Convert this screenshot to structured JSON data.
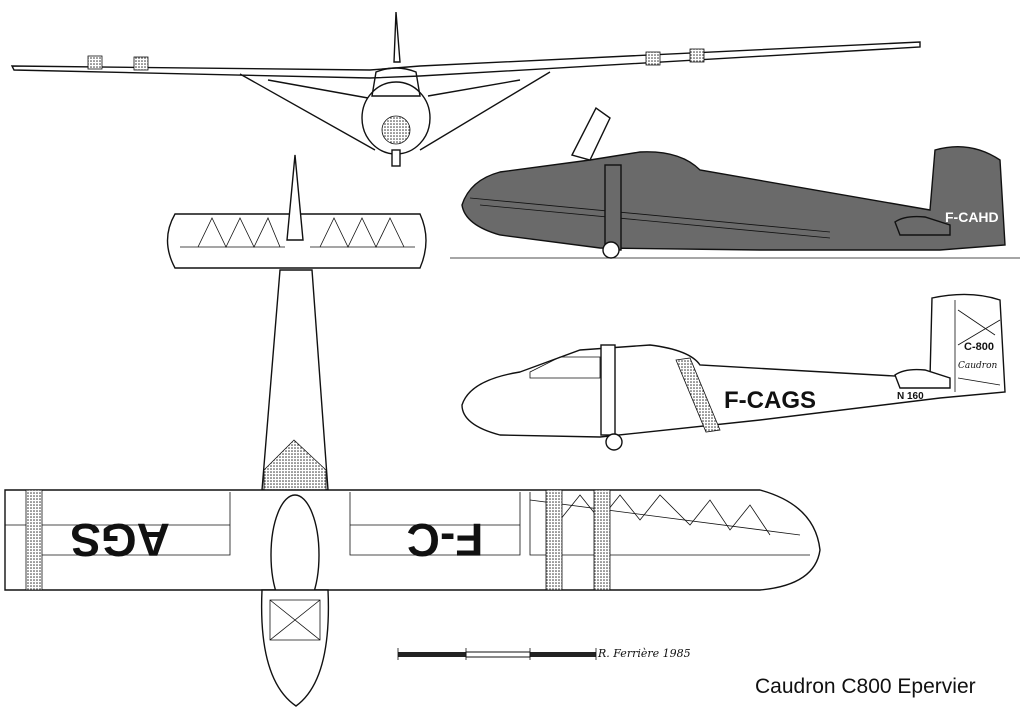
{
  "title": "Caudron C800 Epervier",
  "signature": "R. Ferrière 1985",
  "registrations": {
    "upper_side_view": "F-CAHD",
    "lower_side_view": "F-CAGS",
    "lower_side_fuselage_number": "N 160",
    "fin_model": "C-800",
    "fin_logo": "Caudron",
    "wing_left": "AGS",
    "wing_right": "F-C"
  },
  "colors": {
    "ink": "#111111",
    "dark_fill": "#6a6a6a",
    "paper": "#ffffff"
  }
}
